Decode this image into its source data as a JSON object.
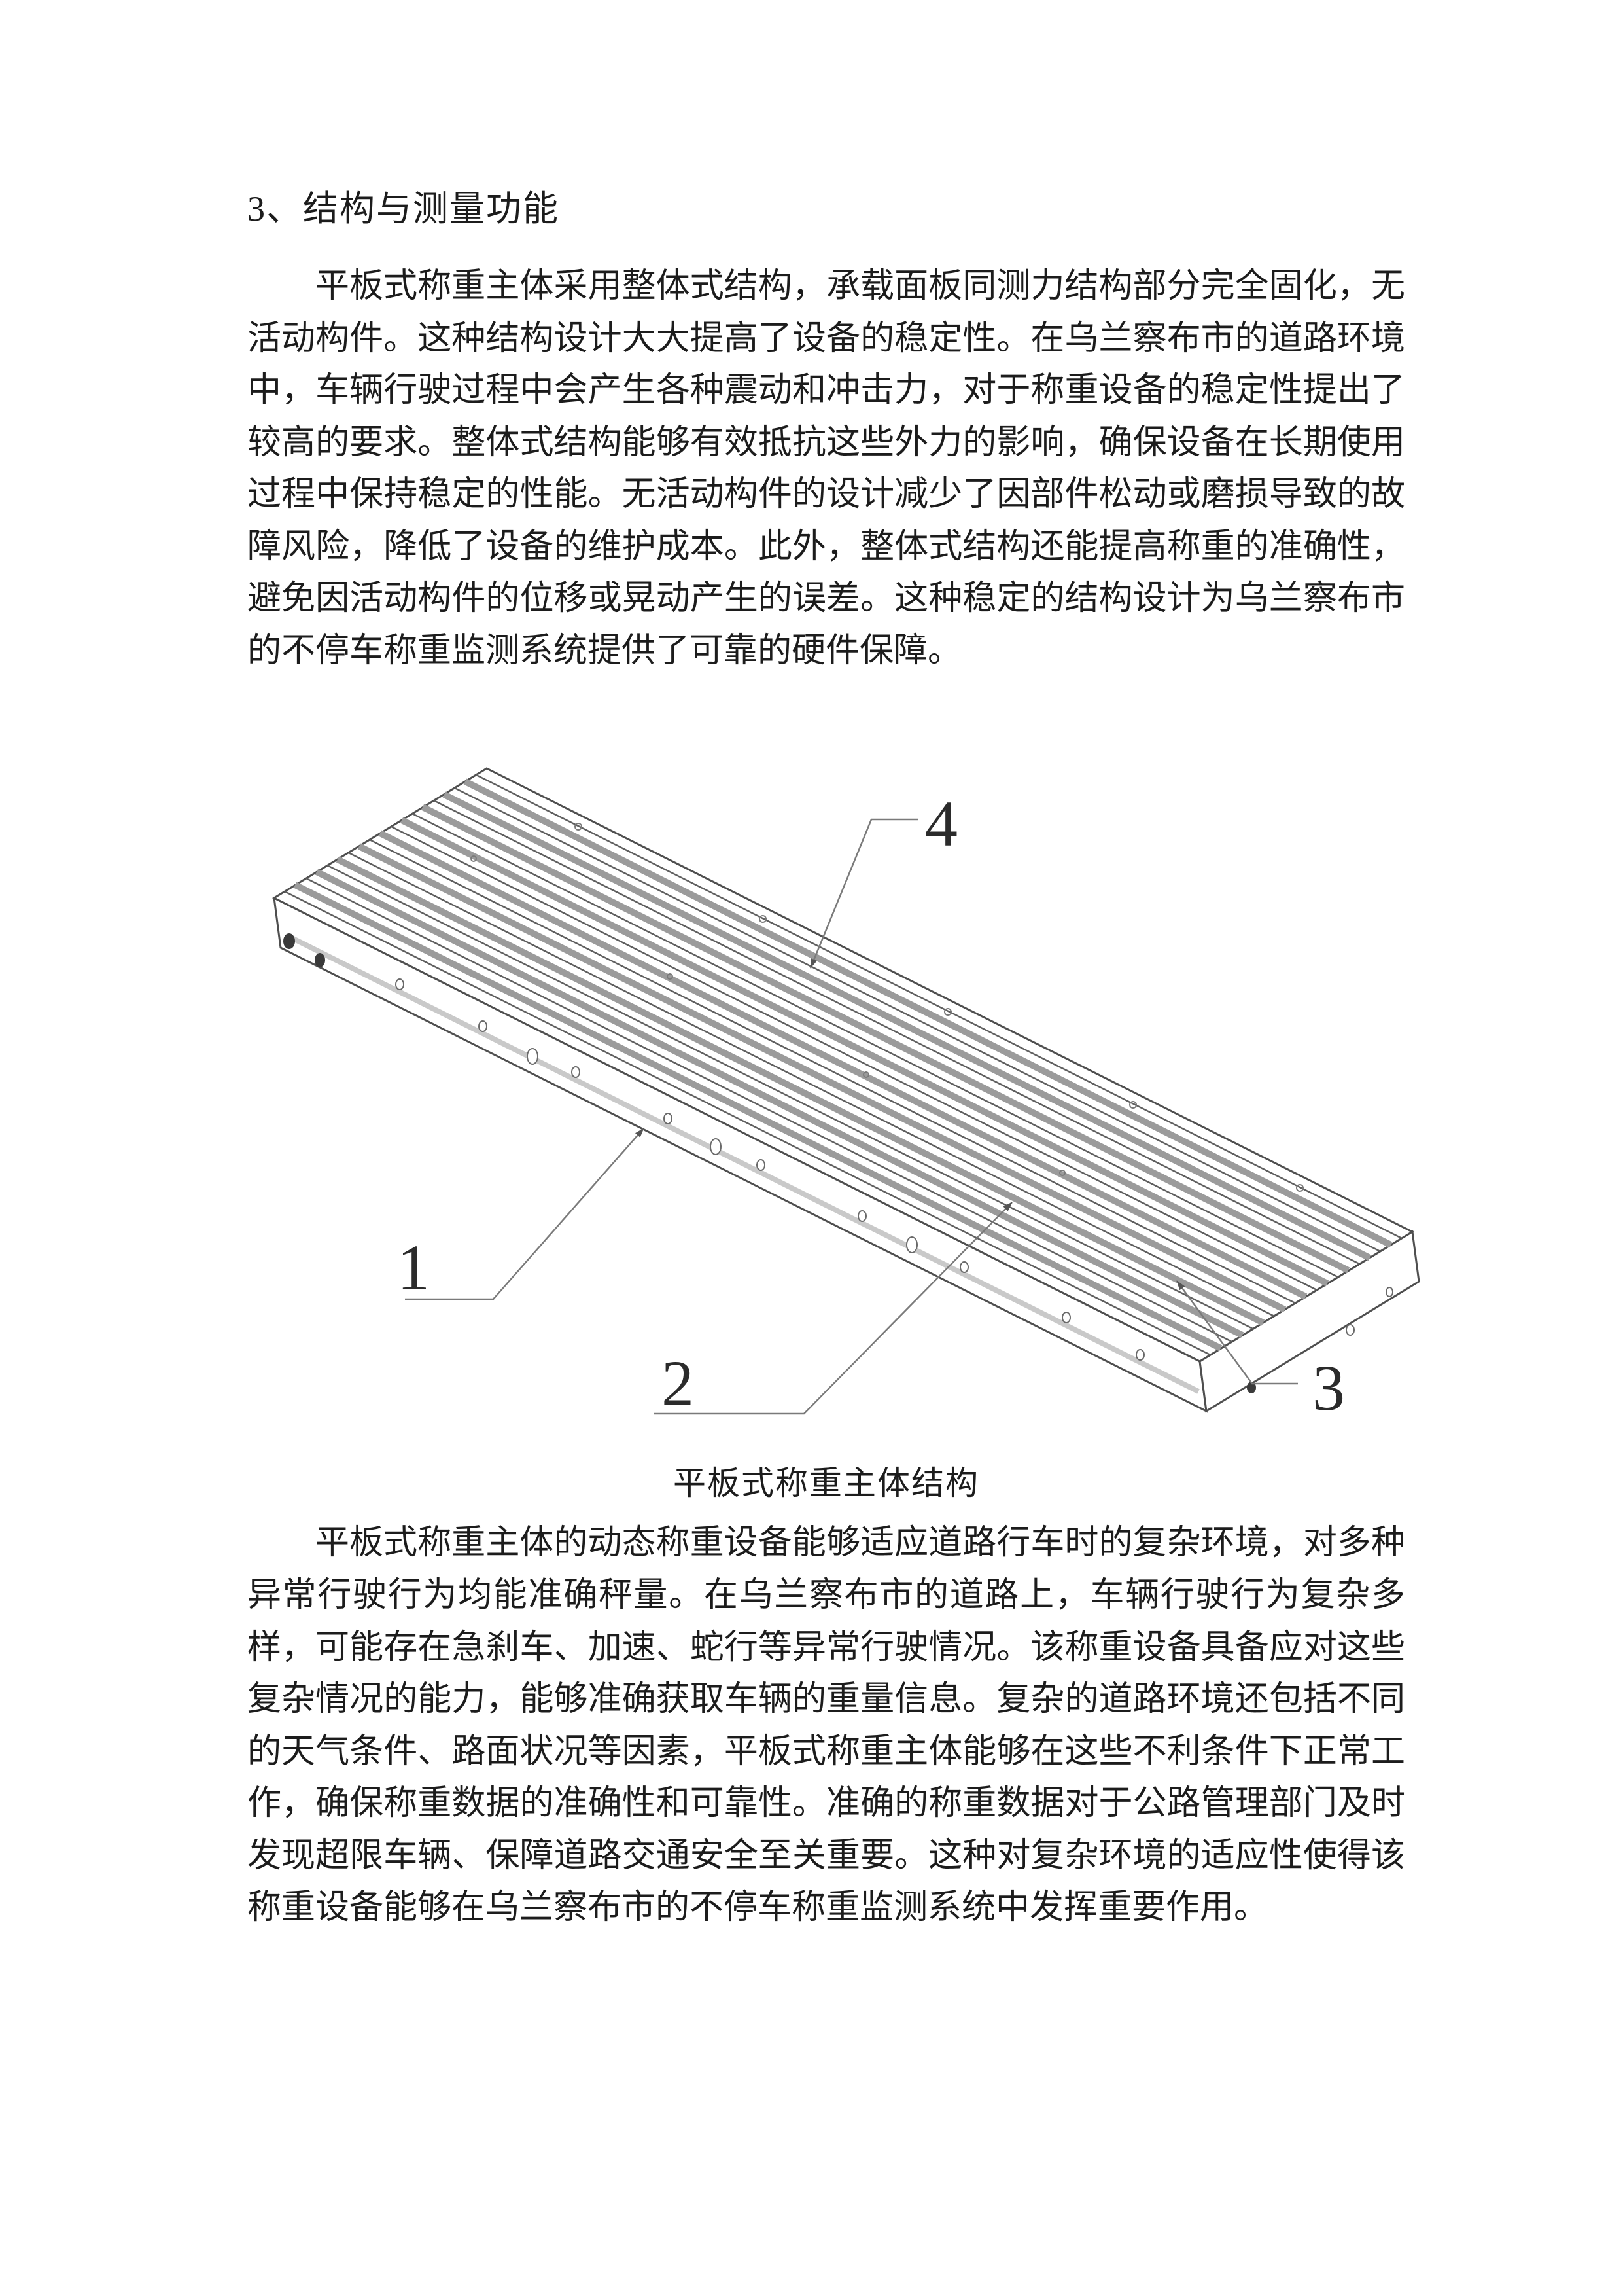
{
  "document": {
    "heading": "3、结构与测量功能",
    "paragraph1": "平板式称重主体采用整体式结构，承载面板同测力结构部分完全固化，无活动构件。这种结构设计大大提高了设备的稳定性。在乌兰察布市的道路环境中，车辆行驶过程中会产生各种震动和冲击力，对于称重设备的稳定性提出了较高的要求。整体式结构能够有效抵抗这些外力的影响，确保设备在长期使用过程中保持稳定的性能。无活动构件的设计减少了因部件松动或磨损导致的故障风险，降低了设备的维护成本。此外，整体式结构还能提高称重的准确性，避免因活动构件的位移或晃动产生的误差。这种稳定的结构设计为乌兰察布市的不停车称重监测系统提供了可靠的硬件保障。",
    "figure": {
      "caption": "平板式称重主体结构",
      "part_labels": [
        "1",
        "2",
        "3",
        "4"
      ]
    },
    "paragraph2": "平板式称重主体的动态称重设备能够适应道路行车时的复杂环境，对多种异常行驶行为均能准确秤量。在乌兰察布市的道路上，车辆行驶行为复杂多样，可能存在急刹车、加速、蛇行等异常行驶情况。该称重设备具备应对这些复杂情况的能力，能够准确获取车辆的重量信息。复杂的道路环境还包括不同的天气条件、路面状况等因素，平板式称重主体能够在这些不利条件下正常工作，确保称重数据的准确性和可靠性。准确的称重数据对于公路管理部门及时发现超限车辆、保障道路交通安全至关重要。这种对复杂环境的适应性使得该称重设备能够在乌兰察布市的不停车称重监测系统中发挥重要作用。"
  },
  "colors": {
    "text": "#1c1c1c",
    "diagram_line": "#4f4f4f",
    "diagram_stripe": "#9b9b9b",
    "background": "#ffffff"
  }
}
